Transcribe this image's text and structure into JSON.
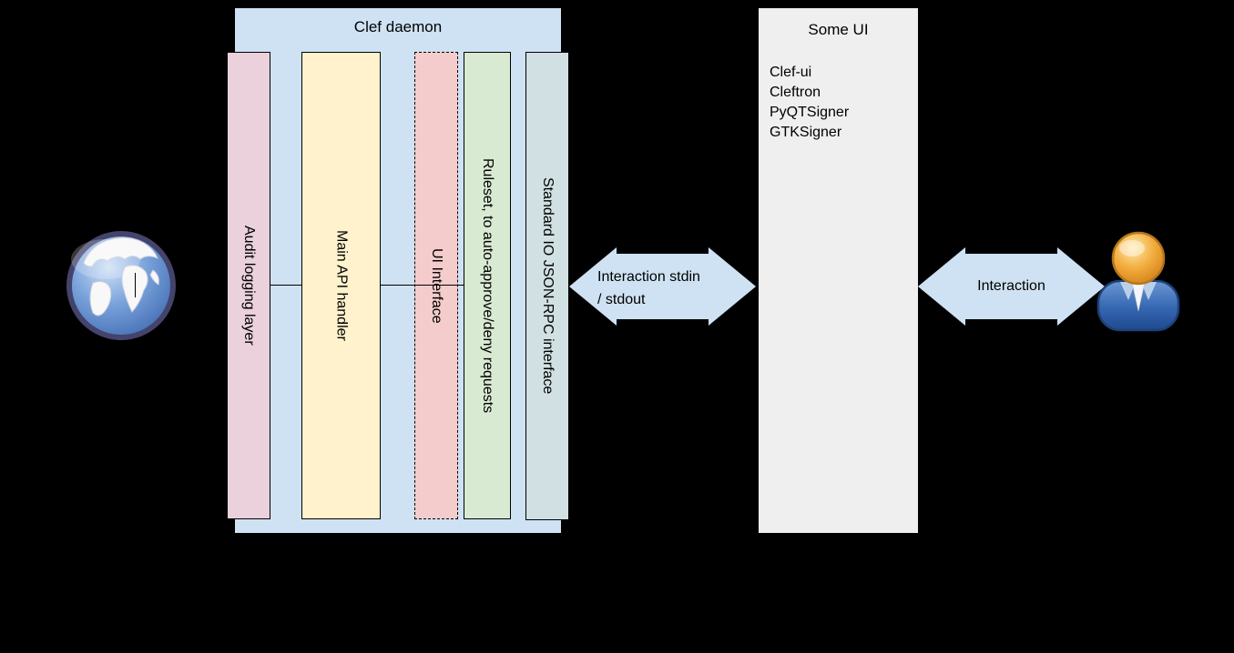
{
  "diagram": {
    "clef_daemon": {
      "title": "Clef daemon",
      "container_fill": "#cfe2f3",
      "bars": [
        {
          "label": "Audit logging layer",
          "fill": "#ead1dc",
          "border_style": "solid"
        },
        {
          "label": "Main API handler",
          "fill": "#fff2cc",
          "border_style": "solid"
        },
        {
          "label": "UI Interface",
          "fill": "#f4cccc",
          "border_style": "dashed"
        },
        {
          "label": "Ruleset, to auto-approve/deny requests",
          "fill": "#d9ead3",
          "border_style": "solid"
        },
        {
          "label": "Standard IO JSON-RPC interface",
          "fill": "#d0e0e3",
          "border_style": "solid"
        }
      ]
    },
    "some_ui": {
      "title": "Some UI",
      "fill": "#efefef",
      "items": [
        "Clef-ui",
        "Cleftron",
        "PyQTSigner",
        "GTKSigner"
      ]
    },
    "arrows": {
      "daemon_to_ui": {
        "line1": "Interaction stdin",
        "line2": "/ stdout",
        "fill": "#cfe2f3",
        "direction": "double"
      },
      "ui_to_user": {
        "label": "Interaction",
        "fill": "#cfe2f3",
        "direction": "double"
      }
    },
    "icons": {
      "left": "globe-icon",
      "right": "person-icon"
    },
    "background": "#000000",
    "text_color": "#000000"
  }
}
